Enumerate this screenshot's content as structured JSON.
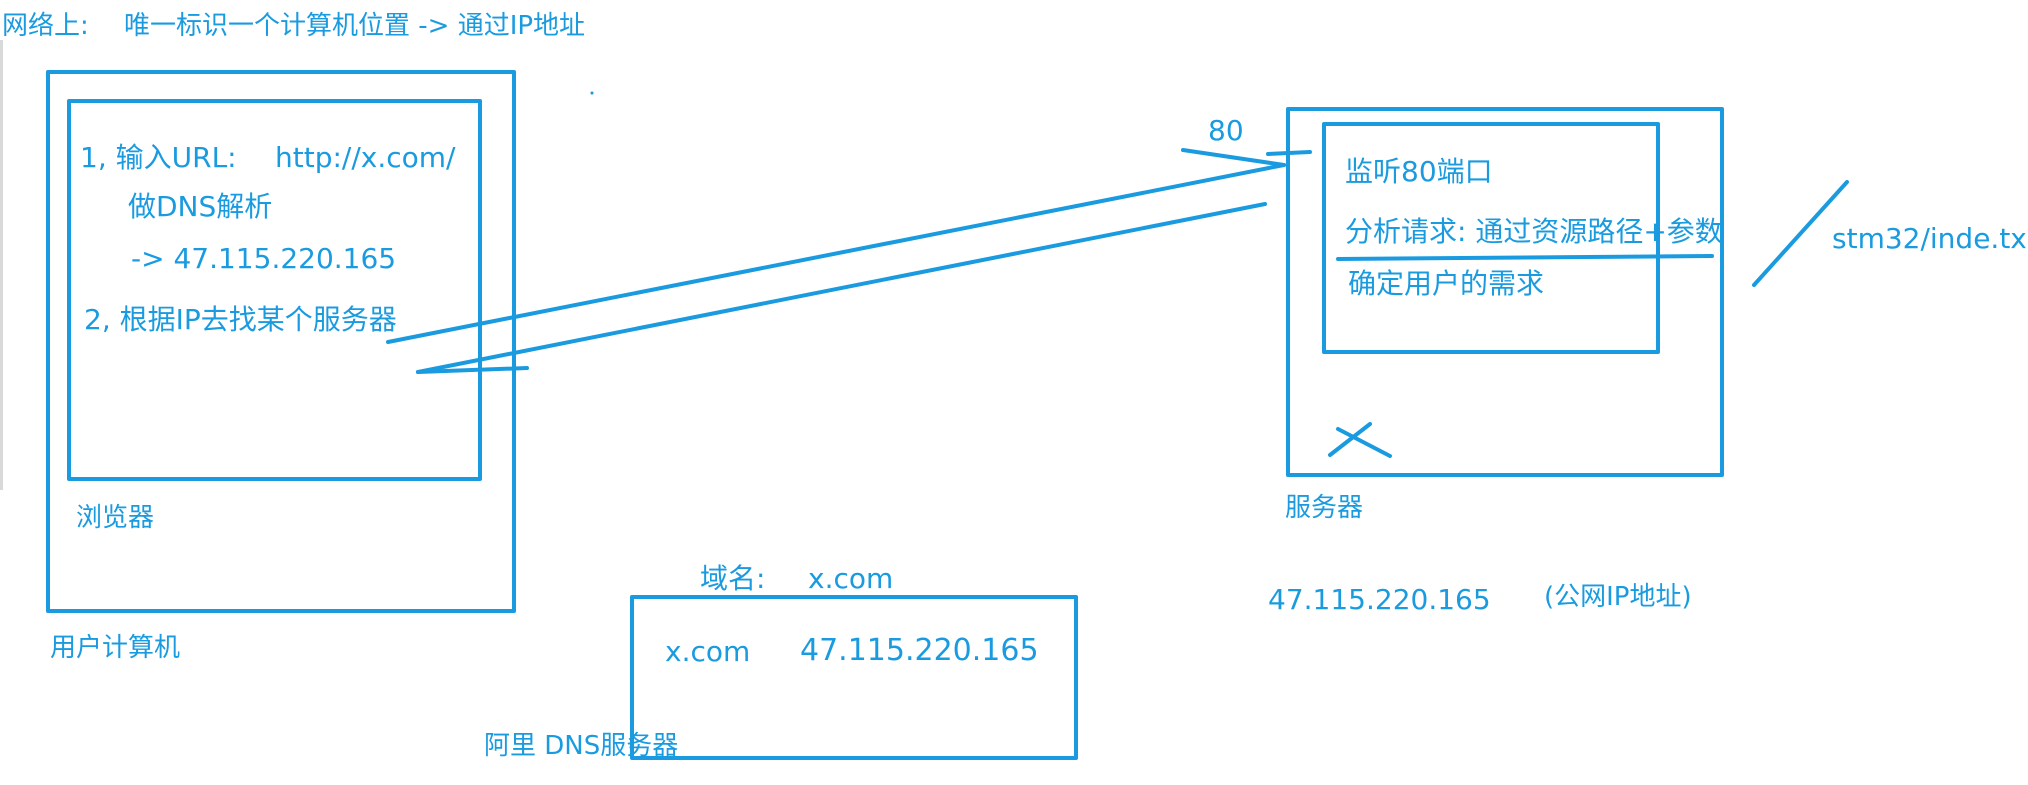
{
  "colors": {
    "ink": "#1a9be0",
    "background": "#ffffff",
    "edge": "#d9d9d9"
  },
  "header": {
    "label": "网络上:",
    "text": "唯一标识一个计算机位置  -> 通过IP地址"
  },
  "client": {
    "steps": [
      "1, 输入URL:",
      "http://x.com/",
      "做DNS解析",
      "-> 47.115.220.165",
      "2, 根据IP去找某个服务器"
    ],
    "browser_label": "浏览器",
    "computer_label": "用户计算机"
  },
  "dns": {
    "domain_label": "域名:",
    "domain_value": "x.com",
    "record_domain": "x.com",
    "record_ip": "47.115.220.165",
    "caption": "阿里 DNS服务器"
  },
  "server": {
    "port": "80",
    "lines": [
      "监听80端口",
      "分析请求: 通过资源路径+参数",
      "确定用户的需求"
    ],
    "label": "服务器",
    "ip": "47.115.220.165",
    "ip_note": "(公网IP地址)",
    "resource_path": "stm32/inde.tx"
  }
}
